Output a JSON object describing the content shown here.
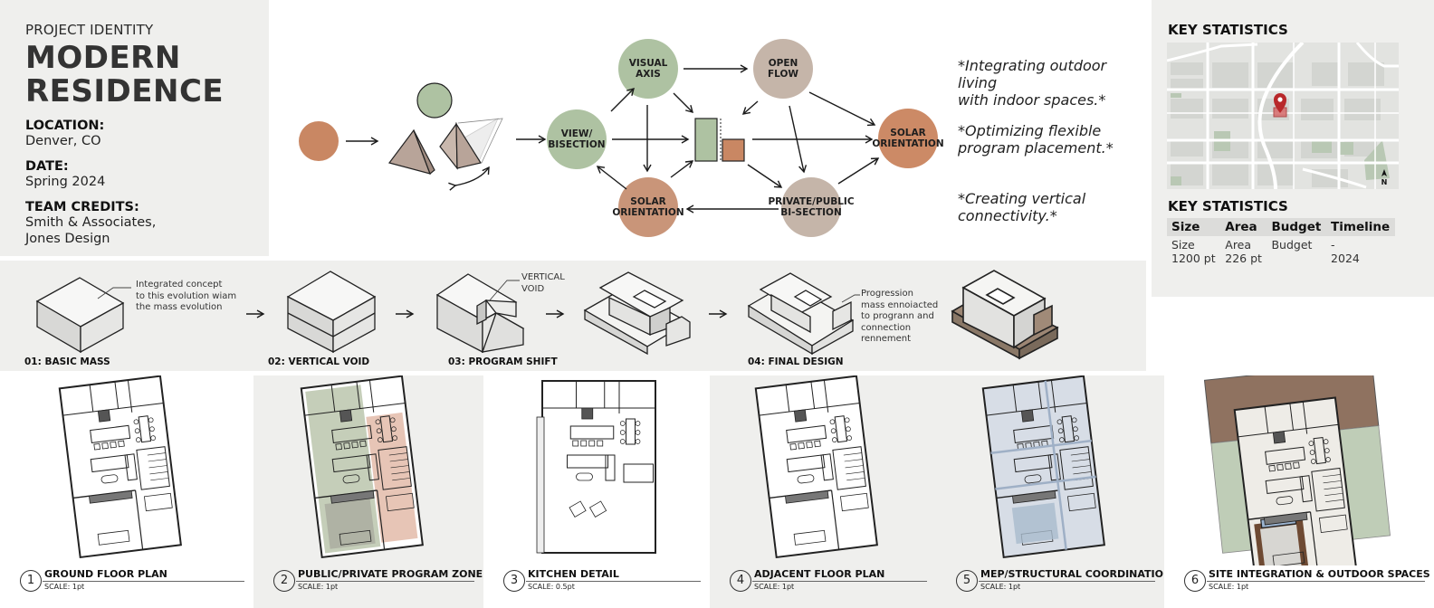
{
  "identity": {
    "eyebrow": "PROJECT IDENTITY",
    "title_line1": "MODERN",
    "title_line2": "RESIDENCE",
    "fields": [
      {
        "label": "LOCATION:",
        "value": "Denver, CO"
      },
      {
        "label": "DATE:",
        "value": "Spring 2024"
      },
      {
        "label": "TEAM CREDITS:",
        "value": "Smith & Associates,",
        "value2": "Jones Design"
      }
    ]
  },
  "concept": {
    "nodes": [
      {
        "id": "view",
        "line1": "VIEW/",
        "line2": "BISECTION",
        "color": "#aec2a2"
      },
      {
        "id": "visual",
        "line1": "VISUAL",
        "line2": "AXIS",
        "color": "#aec2a2"
      },
      {
        "id": "open",
        "line1": "OPEN",
        "line2": "FLOW",
        "color": "#c5b5a9"
      },
      {
        "id": "solar_right",
        "line1": "SOLAR",
        "line2": "ORIENTATION",
        "color": "#cc8a66"
      },
      {
        "id": "solar_bottom",
        "line1": "SOLAR",
        "line2": "ORIENTATION",
        "color": "#c99579"
      },
      {
        "id": "private",
        "line1": "PRIVATE/PUBLIC",
        "line2": "BI-SECTION",
        "color": "#c5b5a9"
      }
    ],
    "quotes": [
      {
        "line1": "*Integrating outdoor living",
        "line2": "with indoor spaces.*"
      },
      {
        "line1": "*Optimizing flexible",
        "line2": "program placement.*"
      },
      {
        "line1": "*Creating vertical",
        "line2": "connectivity.*"
      }
    ],
    "colors": {
      "sage": "#aec2a2",
      "terracotta": "#c98763",
      "taupe": "#b8a499"
    }
  },
  "stats": {
    "map_heading": "KEY STATISTICS",
    "table_heading": "KEY STATISTICS",
    "north_label": "N",
    "columns": [
      "Size",
      "Area",
      "Budget",
      "Timeline"
    ],
    "rows": [
      [
        "Size",
        "Area",
        "Budget",
        "-"
      ],
      [
        "1200 pt",
        "226 pt",
        "",
        "2024"
      ]
    ],
    "pin_color": "#b8282a"
  },
  "evolution": {
    "stages": [
      {
        "label": "01: BASIC MASS"
      },
      {
        "label": "02: VERTICAL VOID"
      },
      {
        "label": "03: PROGRAM SHIFT"
      },
      {
        "label": "04: FINAL DESIGN"
      }
    ],
    "annotation1": [
      "Integrated concept",
      "to this evolution wiam",
      "the mass evolution"
    ],
    "annotation2": [
      "VERTICAL",
      "VOID"
    ],
    "annotation3": [
      "Progression",
      "mass ennoiacted",
      "to progrann and",
      "connection",
      "rennement"
    ]
  },
  "plans": [
    {
      "num": "1",
      "title": "GROUND FLOOR PLAN",
      "scale": "SCALE: 1pt"
    },
    {
      "num": "2",
      "title": "PUBLIC/PRIVATE PROGRAM ZONES",
      "scale": "SCALE: 1pt"
    },
    {
      "num": "3",
      "title": "KITCHEN DETAIL",
      "scale": "SCALE: 0.5pt"
    },
    {
      "num": "4",
      "title": "ADJACENT FLOOR PLAN",
      "scale": "SCALE: 1pt"
    },
    {
      "num": "5",
      "title": "MEP/STRUCTURAL COORDINATION",
      "scale": "SCALE: 1pt"
    },
    {
      "num": "6",
      "title": "SITE INTEGRATION & OUTDOOR SPACES",
      "scale": "SCALE: 1pt"
    }
  ]
}
